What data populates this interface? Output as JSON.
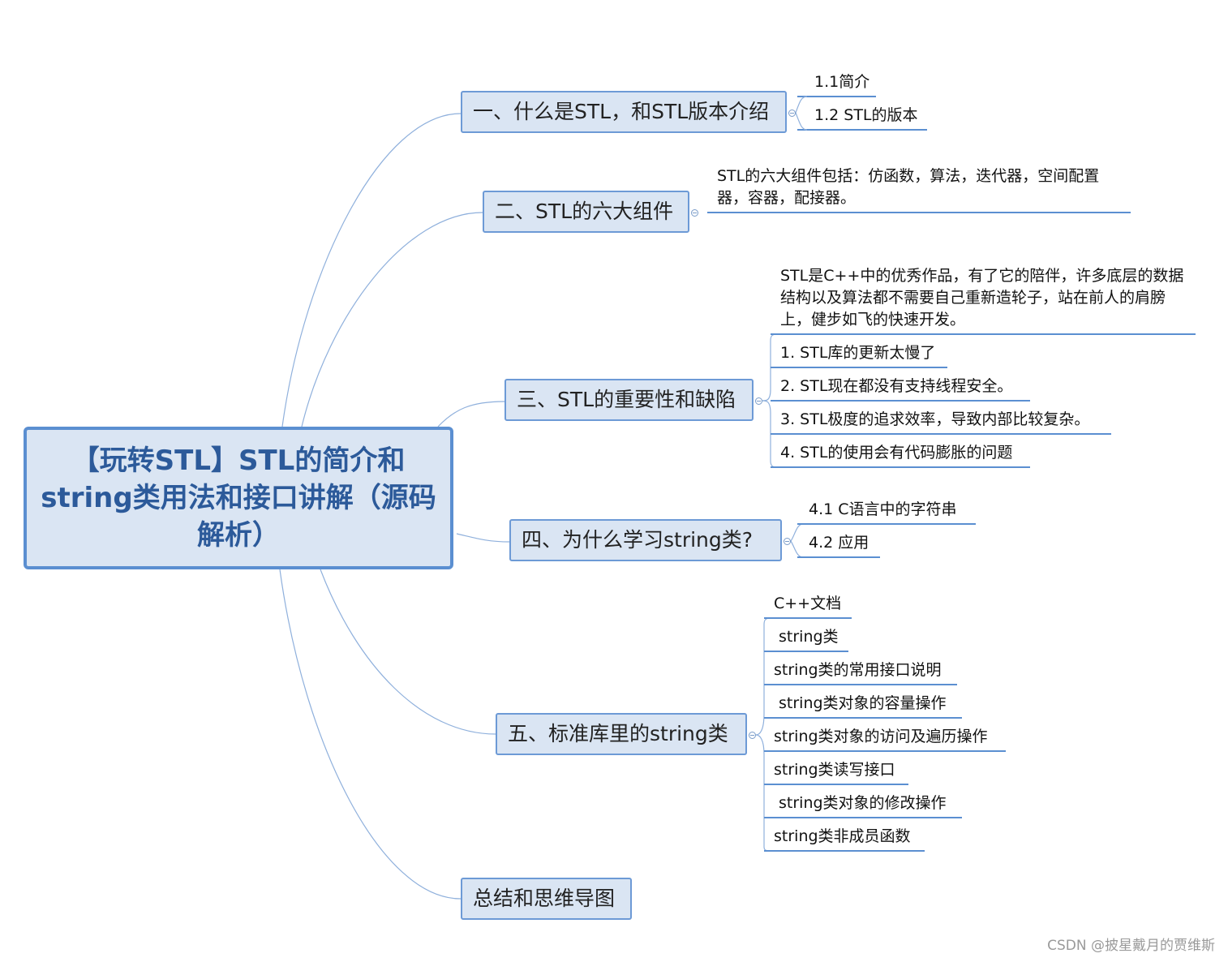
{
  "root": {
    "title": "【玩转STL】STL的简介和string类用法和接口讲解（源码解析）"
  },
  "topics": [
    {
      "label": "一、什么是STL，和STL版本介绍",
      "children": [
        "1.1简介",
        "1.2 STL的版本"
      ]
    },
    {
      "label": "二、STL的六大组件",
      "children": [
        "STL的六大组件包括：仿函数，算法，迭代器，空间配置器，容器，配接器。"
      ]
    },
    {
      "label": "三、STL的重要性和缺陷",
      "children": [
        "STL是C++中的优秀作品，有了它的陪伴，许多底层的数据结构以及算法都不需要自己重新造轮子，站在前人的肩膀上，健步如飞的快速开发。",
        "1. STL库的更新太慢了",
        "2. STL现在都没有支持线程安全。",
        "3. STL极度的追求效率，导致内部比较复杂。",
        "4. STL的使用会有代码膨胀的问题"
      ]
    },
    {
      "label": "四、为什么学习string类?",
      "children": [
        "4.1  C语言中的字符串",
        "4.2 应用"
      ]
    },
    {
      "label": "五、标准库里的string类",
      "children": [
        "C++文档",
        "string类",
        "string类的常用接口说明",
        "string类对象的容量操作",
        "string类对象的访问及遍历操作",
        "string类读写接口",
        "string类对象的修改操作",
        "string类非成员函数"
      ]
    },
    {
      "label": "总结和思维导图",
      "children": []
    }
  ],
  "watermark": "CSDN @披星戴月的贾维斯",
  "colors": {
    "root_fill": "#dae5f3",
    "root_border": "#5b8fd1",
    "topic_border": "#6d9ad6",
    "line": "#5b8fd1",
    "connector": "#8fb0dc"
  }
}
